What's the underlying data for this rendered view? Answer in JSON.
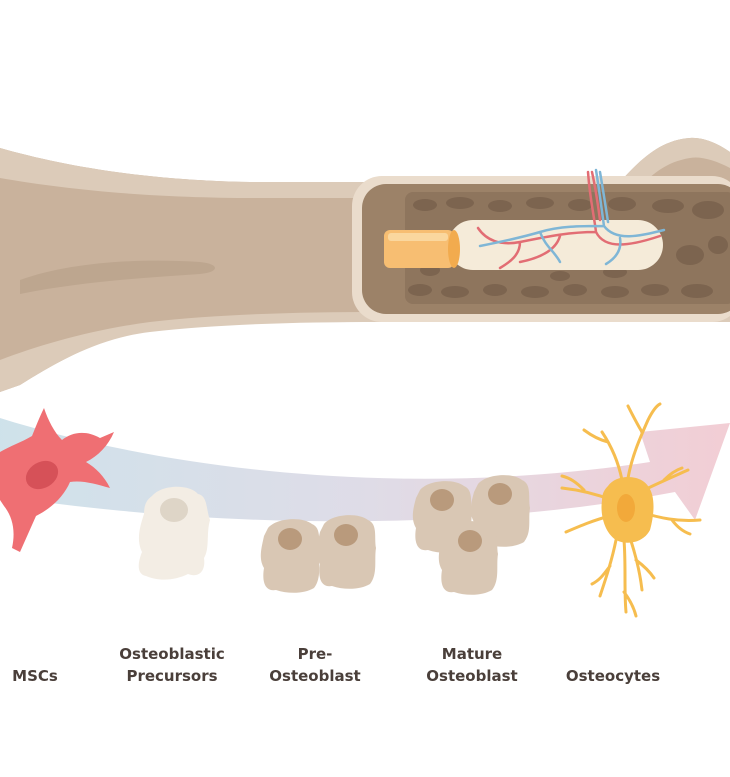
{
  "labels": {
    "mscs": "MSCs",
    "osteoblastic_precursors": [
      "Osteoblastic",
      "Precursors"
    ],
    "pre_osteoblast": [
      "Pre-",
      "Osteoblast"
    ],
    "mature_osteoblast": [
      "Mature",
      "Osteoblast"
    ],
    "osteocytes": "Osteocytes"
  },
  "colors": {
    "bone_shaft": "#c9b29c",
    "bone_outline": "#dccbb9",
    "marrow": "#9c8268",
    "marrow_hole": "#7f6751",
    "implant_cylinder": "#f7be72",
    "vessel_red": "#e26d74",
    "vessel_blue": "#7fb6d6",
    "arrow_start": "#c7dde6",
    "arrow_end": "#efc4cc",
    "msc": "#ef6f73",
    "precursor": "#f3ede4",
    "osteoblast": "#d9c7b4",
    "nucleus": "#b99a7c",
    "osteocyte": "#f6bd4f",
    "text": "#4a3f3a"
  }
}
